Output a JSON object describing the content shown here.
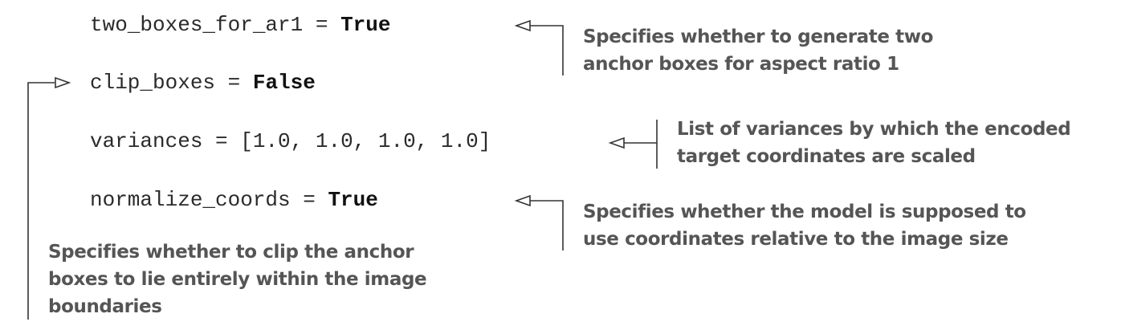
{
  "code_lines": [
    {
      "name": "two_boxes_for_ar1",
      "assign": " = ",
      "value": "True",
      "value_bold": true
    },
    {
      "name": "clip_boxes",
      "assign": " = ",
      "value": "False",
      "value_bold": true
    },
    {
      "name": "variances",
      "assign": " = ",
      "value": "[1.0, 1.0, 1.0, 1.0]",
      "value_bold": false
    },
    {
      "name": "normalize_coords",
      "assign": " = ",
      "value": "True",
      "value_bold": true
    }
  ],
  "annotations": {
    "two_boxes": [
      "Specifies whether to generate two",
      "anchor boxes for aspect ratio 1"
    ],
    "variances": [
      "List of variances by which the encoded",
      "target coordinates are scaled"
    ],
    "normalize": [
      "Specifies whether the model is supposed to",
      "use coordinates relative to the image size"
    ],
    "clip_boxes": [
      "Specifies whether to clip the anchor",
      "boxes to lie entirely within the image",
      "boundaries"
    ]
  },
  "colors": {
    "code": "#2b2b2b",
    "annotation": "#555555",
    "arrow": "#333333"
  }
}
